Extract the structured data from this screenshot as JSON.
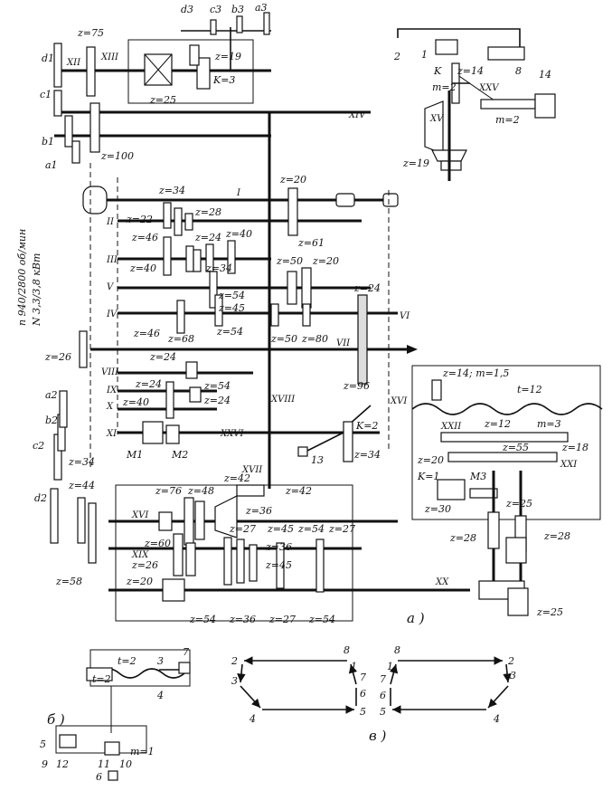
{
  "motor": {
    "speed": "n 940/2800 об/мин",
    "power": "N 3,3/3,8 кВт"
  },
  "gear_labels": {
    "z75": "z=75",
    "z100": "z=100",
    "z19a": "z=19",
    "z25a": "z=25",
    "k3": "K=3",
    "z14a": "z=14",
    "m2a": "m=2",
    "m2b": "m=2",
    "z19b": "z=19",
    "z34a": "z=34",
    "z22": "z=22",
    "z28a": "z=28",
    "z20a": "z=20",
    "z61": "z=61",
    "z46a": "z=46",
    "z24a": "z=24",
    "z40a": "z=40",
    "z40b": "z=40",
    "z34b": "z=34",
    "z50a": "z=50",
    "z20b": "z=20",
    "z54a": "z=54",
    "z45a": "z=45",
    "z24b": "z=24",
    "z46b": "z=46",
    "z68": "z=68",
    "z54b": "z=54",
    "z50b": "z=50",
    "z80": "z=80",
    "z26a": "z=26",
    "z96": "z=96",
    "z24c": "z=24",
    "z54c": "z=54",
    "z24d": "z=24",
    "z24e": "z=24",
    "z40c": "z=40",
    "k2": "K=2",
    "z34c": "z=34",
    "z34d": "z=34",
    "z44": "z=44",
    "z42a": "z=42",
    "z42b": "z=42",
    "z76": "z=76",
    "z48": "z=48",
    "z36a": "z=36",
    "z27a": "z=27",
    "z45b": "z=45",
    "z54d": "z=54",
    "z27b": "z=27",
    "z60": "z=60",
    "z36b": "z=36",
    "z26b": "z=26",
    "z45c": "z=45",
    "z58": "z=58",
    "z20c": "z=20",
    "z54e": "z=54",
    "z36c": "z=36",
    "z27c": "z=27",
    "z54f": "z=54",
    "z14m15": "z=14; m=1,5",
    "t12": "t=12",
    "z12": "z=12",
    "m3": "m=3",
    "z20d": "z=20",
    "z55": "z=55",
    "z18": "z=18",
    "k1": "K=1",
    "z30": "z=30",
    "z25b": "z=25",
    "z28b": "z=28",
    "z28c": "z=28",
    "z25c": "z=25",
    "t2a": "t=2",
    "t2b": "t=2",
    "m1": "m=1"
  },
  "shaft_labels": {
    "I": "I",
    "II": "II",
    "III": "III",
    "IV": "IV",
    "V": "V",
    "VI": "VI",
    "VII": "VII",
    "VIII": "VIII",
    "IX": "IX",
    "X": "X",
    "XI": "XI",
    "XII": "XII",
    "XIII": "XIII",
    "XIV": "XIV",
    "XV": "XV",
    "XVI": "XVI",
    "XVIa": "XVI",
    "XVII": "XVII",
    "XVIII": "XVIII",
    "XIX": "XIX",
    "XX": "XX",
    "XXI": "XXI",
    "XXII": "XXII",
    "XXV": "XXV",
    "XXVI": "XXVI"
  },
  "change_gears": {
    "a1": "a1",
    "b1": "b1",
    "c1": "c1",
    "d1": "d1",
    "a2": "a2",
    "b2": "b2",
    "c2": "c2",
    "d2": "d2",
    "a3": "a3",
    "b3": "b3",
    "c3": "c3",
    "d3": "d3"
  },
  "clutches": {
    "M1": "M1",
    "M2": "M2",
    "M3": "M3",
    "K": "K"
  },
  "numbers": {
    "n1": "1",
    "n2": "2",
    "n8": "8",
    "n14": "14",
    "n13": "13",
    "n3": "3",
    "n4": "4",
    "n5": "5",
    "n6": "6",
    "n7": "7",
    "n9": "9",
    "n10": "10",
    "n11": "11",
    "n12": "12"
  },
  "subfig": {
    "a": "a )",
    "b": "б )",
    "v": "в )"
  },
  "cycle_left": [
    "2",
    "8",
    "1",
    "3",
    "7",
    "6",
    "4",
    "5"
  ],
  "cycle_right": [
    "8",
    "1",
    "2",
    "7",
    "3",
    "6",
    "5",
    "4"
  ]
}
